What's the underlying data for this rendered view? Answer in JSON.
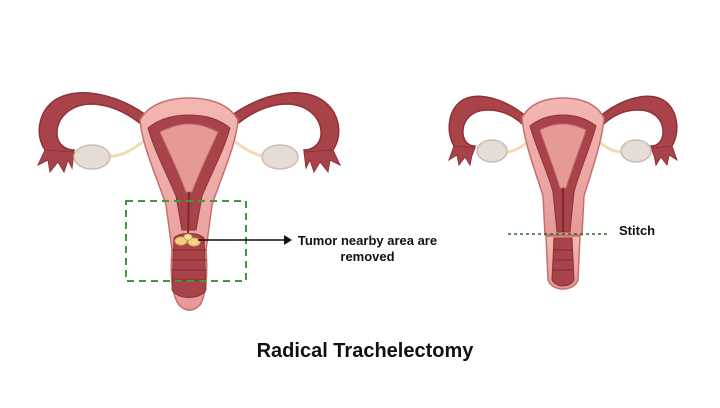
{
  "labels": {
    "tumor": "Tumor nearby area are removed",
    "stitch": "Stitch",
    "title": "Radical Trachelectomy"
  },
  "colors": {
    "muscle": "#a9434a",
    "muscle_dark": "#8f3238",
    "inner_pink": "#e69a98",
    "light_pink": "#f0b2ae",
    "ovary": "#e6dcd6",
    "ligament": "#f1dcb0",
    "dashed_box": "#3d9b3a",
    "stitch_line": "#2e6b2e",
    "tumor": "#f1cf87",
    "text": "#111111"
  }
}
